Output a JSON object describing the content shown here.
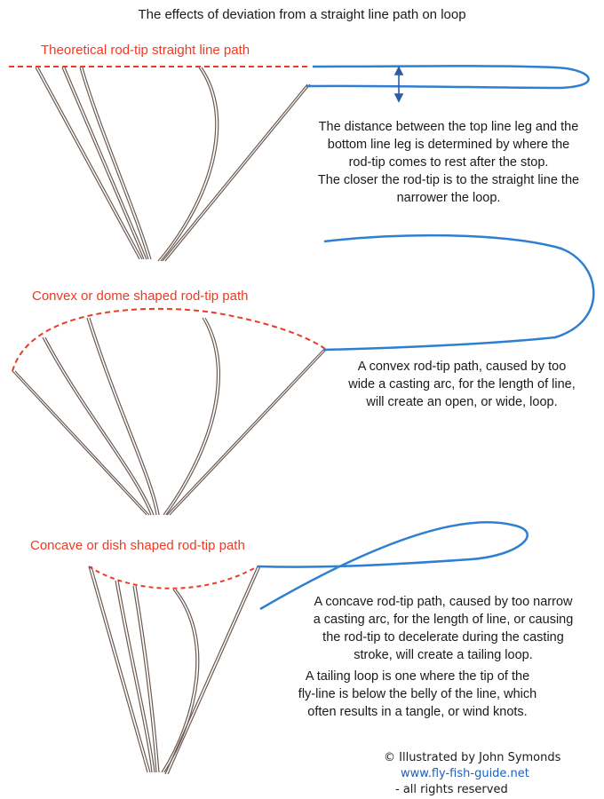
{
  "title": "The effects of deviation from a straight line path on loop",
  "panels": [
    {
      "label": "Theoretical rod-tip straight line path",
      "description": [
        "The distance between the top line leg and the",
        "bottom line leg is determined by where the",
        "rod-tip comes to rest after the stop.",
        "The closer the rod-tip is to the straight line the",
        "narrower the loop."
      ]
    },
    {
      "label": "Convex  or dome shaped rod-tip path",
      "description": [
        "A convex rod-tip path, caused by too",
        "wide a casting arc, for the length of line,",
        "will create an open, or wide, loop."
      ]
    },
    {
      "label": "Concave  or dish shaped rod-tip path",
      "description": [
        "A concave rod-tip path, caused by too narrow",
        "a casting arc, for the length of line, or causing",
        "the rod-tip to decelerate during the casting",
        "stroke, will create a  tailing loop."
      ],
      "note": [
        "A tailing loop is one where the tip of the",
        "fly-line is below the belly of the line, which",
        "often results in a tangle, or wind knots."
      ]
    }
  ],
  "credit": {
    "line1": "© Illustrated by John Symonds",
    "website": "www.fly-fish-guide.net",
    "line3": "- all rights reserved"
  },
  "colors": {
    "rod": "#6b5a52",
    "rod_tip_path": "#ee3a24",
    "fly_line": "#2f7fd1",
    "arrow": "#2a5caa",
    "text": "#1a1a1a",
    "link": "#1f5fb8"
  }
}
